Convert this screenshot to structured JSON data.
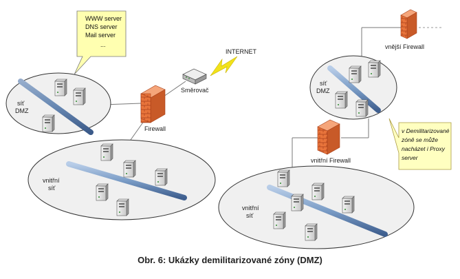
{
  "callout": {
    "lines": [
      "WWW server",
      "DNS server",
      "Mail server",
      "..."
    ]
  },
  "left": {
    "internet": "INTERNET",
    "router": "Směrovač",
    "firewall": "Firewall",
    "dmz_lines": [
      "síť",
      "DMZ"
    ],
    "internal_lines": [
      "vnitřní",
      "síť"
    ]
  },
  "right": {
    "outer_firewall": "vnější Firewall",
    "inner_firewall": "vnitřní Firewall",
    "dmz_lines": [
      "síť",
      "DMZ"
    ],
    "internal_lines": [
      "vnitřní",
      "síť"
    ],
    "note_lines": [
      "v Demilitarizované",
      "zóně se může",
      "nacházet i Proxy",
      "server"
    ]
  },
  "caption": "Obr. 6: Ukázky demilitarizované zóny (DMZ)",
  "colors": {
    "bus": "#7a9cc6",
    "firewall": "#e8743b",
    "callout_fill": "#ffffb0",
    "note_fill": "#ffffc0",
    "bolt": "#f2e21a"
  }
}
